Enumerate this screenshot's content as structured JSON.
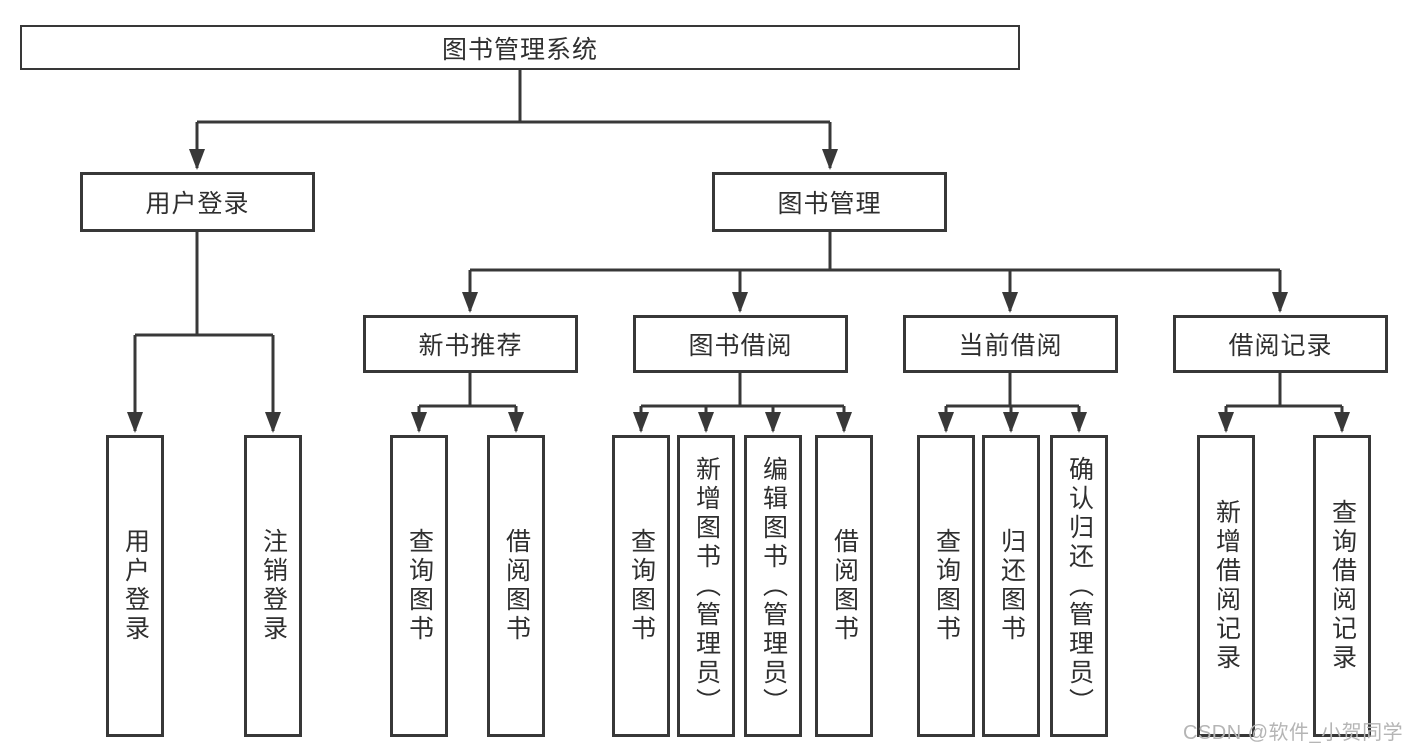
{
  "nodes": {
    "root": "图书管理系统",
    "user_login": "用户登录",
    "book_management": "图书管理",
    "new_book_recommend": "新书推荐",
    "book_borrow": "图书借阅",
    "current_borrow": "当前借阅",
    "borrow_records": "借阅记录",
    "leaf_user_login": "用户登录",
    "leaf_logout": "注销登录",
    "leaf_nbr_query_books": "查询图书",
    "leaf_nbr_borrow_books": "借阅图书",
    "leaf_bb_query_books": "查询图书",
    "leaf_bb_add_books": "新增图书（管理员）",
    "leaf_bb_edit_books": "编辑图书（管理员）",
    "leaf_bb_borrow_books": "借阅图书",
    "leaf_cb_query_books": "查询图书",
    "leaf_cb_return_books": "归还图书",
    "leaf_cb_confirm_return": "确认归还（管理员）",
    "leaf_br_add_record": "新增借阅记录",
    "leaf_br_query_record": "查询借阅记录"
  },
  "watermark": "CSDN @软件_小贺同学",
  "colors": {
    "line": "#383838",
    "text": "#2f2f2f",
    "watermark": "#b5b5b5",
    "background": "#ffffff"
  }
}
